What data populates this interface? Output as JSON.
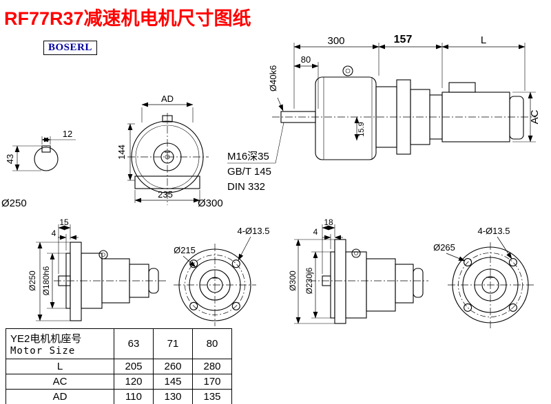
{
  "title": "RF77R37减速机电机尺寸图纸",
  "logo": "BOSERL",
  "main_view": {
    "dim_300": "300",
    "dim_157": "157",
    "dim_L": "L",
    "dim_80": "80",
    "shaft_dia": "Ø40k6",
    "dim_ac": "AC",
    "dim_key": "15.9",
    "note1": "M16深35",
    "note2": "GB/T 145",
    "note3": "DIN 332"
  },
  "shaft_section": {
    "dim_12": "12",
    "dim_43": "43",
    "label": "Ø250"
  },
  "flange_view": {
    "dim_ad": "AD",
    "dim_144": "144",
    "dim_235": "235",
    "label": "Ø300"
  },
  "bottom_left": {
    "dim_15": "15",
    "dim_4": "4",
    "od": "Ø250",
    "spigot": "Ø180h6",
    "holes": "4-Ø13.5",
    "bolt_circle": "Ø215"
  },
  "bottom_right": {
    "dim_18": "18",
    "dim_4": "4",
    "od": "Ø300",
    "spigot": "Ø230j6",
    "holes": "4-Ø13.5",
    "bolt_circle": "Ø265"
  },
  "table": {
    "header": {
      "line1": "YE2电机机座号",
      "line2": "Motor Size"
    },
    "sizes": [
      "63",
      "71",
      "80"
    ],
    "rows": [
      {
        "label": "L",
        "values": [
          "205",
          "260",
          "280"
        ]
      },
      {
        "label": "AC",
        "values": [
          "120",
          "145",
          "170"
        ]
      },
      {
        "label": "AD",
        "values": [
          "110",
          "130",
          "135"
        ]
      }
    ]
  }
}
